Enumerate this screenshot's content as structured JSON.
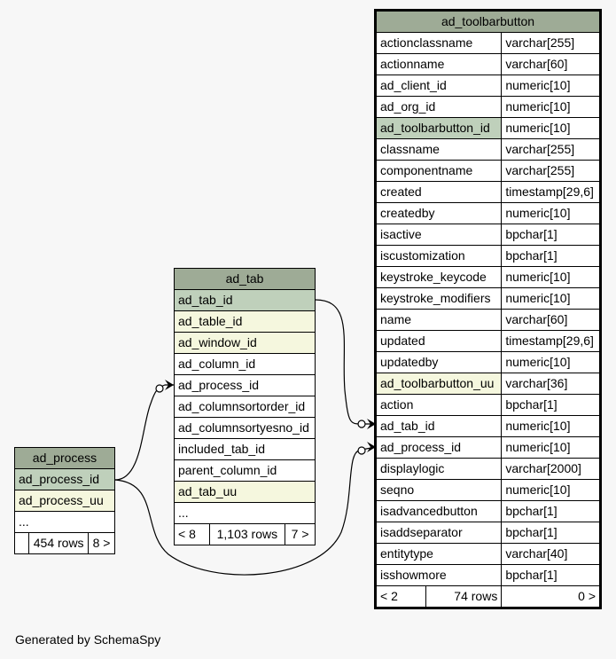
{
  "tables": {
    "ad_toolbarbutton": {
      "name": "ad_toolbarbutton",
      "columns": [
        {
          "name": "actionclassname",
          "type": "varchar[255]",
          "kind": "normal"
        },
        {
          "name": "actionname",
          "type": "varchar[60]",
          "kind": "normal"
        },
        {
          "name": "ad_client_id",
          "type": "numeric[10]",
          "kind": "normal"
        },
        {
          "name": "ad_org_id",
          "type": "numeric[10]",
          "kind": "normal"
        },
        {
          "name": "ad_toolbarbutton_id",
          "type": "numeric[10]",
          "kind": "pk"
        },
        {
          "name": "classname",
          "type": "varchar[255]",
          "kind": "normal"
        },
        {
          "name": "componentname",
          "type": "varchar[255]",
          "kind": "normal"
        },
        {
          "name": "created",
          "type": "timestamp[29,6]",
          "kind": "normal"
        },
        {
          "name": "createdby",
          "type": "numeric[10]",
          "kind": "normal"
        },
        {
          "name": "isactive",
          "type": "bpchar[1]",
          "kind": "normal"
        },
        {
          "name": "iscustomization",
          "type": "bpchar[1]",
          "kind": "normal"
        },
        {
          "name": "keystroke_keycode",
          "type": "numeric[10]",
          "kind": "normal"
        },
        {
          "name": "keystroke_modifiers",
          "type": "numeric[10]",
          "kind": "normal"
        },
        {
          "name": "name",
          "type": "varchar[60]",
          "kind": "normal"
        },
        {
          "name": "updated",
          "type": "timestamp[29,6]",
          "kind": "normal"
        },
        {
          "name": "updatedby",
          "type": "numeric[10]",
          "kind": "normal"
        },
        {
          "name": "ad_toolbarbutton_uu",
          "type": "varchar[36]",
          "kind": "fk"
        },
        {
          "name": "action",
          "type": "bpchar[1]",
          "kind": "normal"
        },
        {
          "name": "ad_tab_id",
          "type": "numeric[10]",
          "kind": "normal"
        },
        {
          "name": "ad_process_id",
          "type": "numeric[10]",
          "kind": "normal"
        },
        {
          "name": "displaylogic",
          "type": "varchar[2000]",
          "kind": "normal"
        },
        {
          "name": "seqno",
          "type": "numeric[10]",
          "kind": "normal"
        },
        {
          "name": "isadvancedbutton",
          "type": "bpchar[1]",
          "kind": "normal"
        },
        {
          "name": "isaddseparator",
          "type": "bpchar[1]",
          "kind": "normal"
        },
        {
          "name": "entitytype",
          "type": "varchar[40]",
          "kind": "normal"
        },
        {
          "name": "isshowmore",
          "type": "bpchar[1]",
          "kind": "normal"
        }
      ],
      "footer": {
        "left": "< 2",
        "rows": "74 rows",
        "right": "0 >"
      }
    },
    "ad_tab": {
      "name": "ad_tab",
      "columns": [
        {
          "name": "ad_tab_id",
          "kind": "pk"
        },
        {
          "name": "ad_table_id",
          "kind": "fk"
        },
        {
          "name": "ad_window_id",
          "kind": "fk"
        },
        {
          "name": "ad_column_id",
          "kind": "normal"
        },
        {
          "name": "ad_process_id",
          "kind": "normal"
        },
        {
          "name": "ad_columnsortorder_id",
          "kind": "normal"
        },
        {
          "name": "ad_columnsortyesno_id",
          "kind": "normal"
        },
        {
          "name": "included_tab_id",
          "kind": "normal"
        },
        {
          "name": "parent_column_id",
          "kind": "normal"
        },
        {
          "name": "ad_tab_uu",
          "kind": "fk"
        },
        {
          "name": "...",
          "kind": "normal"
        }
      ],
      "footer": {
        "left": "< 8",
        "rows": "1,103 rows",
        "right": "7 >"
      }
    },
    "ad_process": {
      "name": "ad_process",
      "columns": [
        {
          "name": "ad_process_id",
          "kind": "pk"
        },
        {
          "name": "ad_process_uu",
          "kind": "fk"
        },
        {
          "name": "...",
          "kind": "normal"
        }
      ],
      "footer": {
        "left": "",
        "rows": "454 rows",
        "right": "8 >"
      }
    }
  },
  "footer_text": "Generated by SchemaSpy",
  "colors": {
    "header": "#9eab96",
    "primary_key": "#bfd0bb",
    "unique_key": "#f5f7de",
    "background": "#f7f7f7"
  }
}
